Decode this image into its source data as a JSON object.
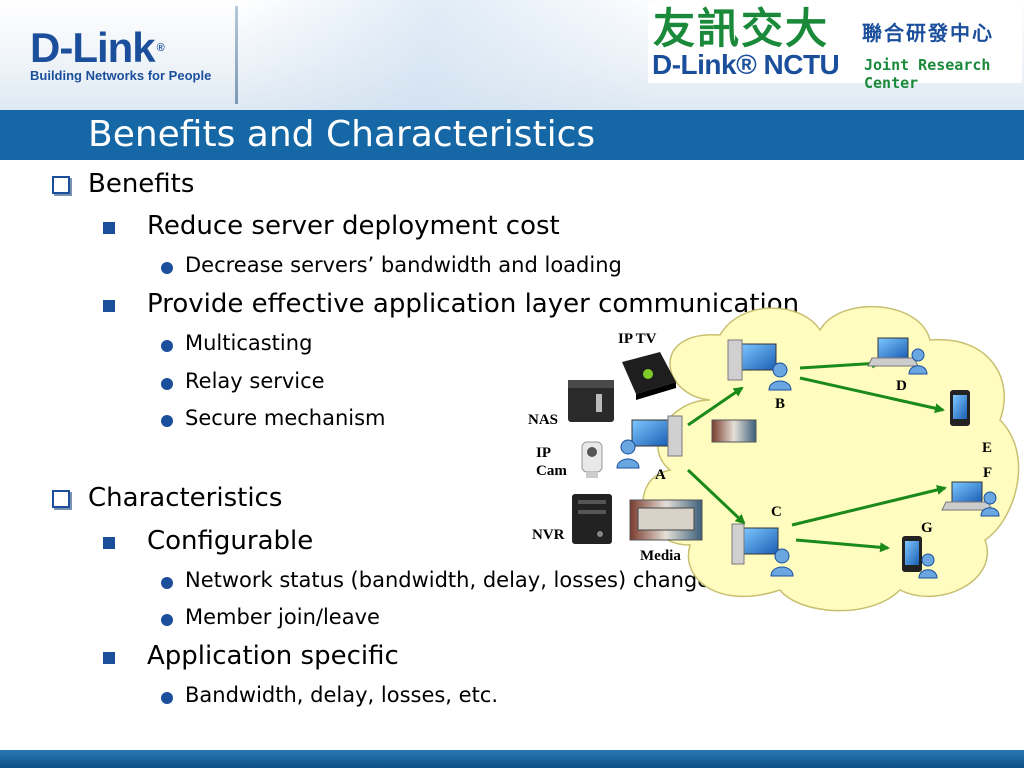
{
  "header": {
    "logo_left_brand": "D-Link",
    "logo_left_reg": "®",
    "logo_left_tagline": "Building Networks for People",
    "logo_right_cn_big": "友訊交大",
    "logo_right_cn_small": "聯合研發中心",
    "logo_right_en_big": "D-Link® NCTU",
    "logo_right_en_small": "Joint Research Center"
  },
  "slide": {
    "title": "Benefits and Characteristics",
    "outline": [
      {
        "level": 1,
        "text": "Benefits"
      },
      {
        "level": 2,
        "text": "Reduce server deployment cost"
      },
      {
        "level": 3,
        "text": "Decrease servers’ bandwidth and loading"
      },
      {
        "level": 2,
        "text": "Provide effective application layer communication"
      },
      {
        "level": 3,
        "text": "Multicasting"
      },
      {
        "level": 3,
        "text": "Relay service"
      },
      {
        "level": 3,
        "text": "Secure mechanism"
      },
      {
        "level": 1,
        "text": "Characteristics"
      },
      {
        "level": 2,
        "text": "Configurable"
      },
      {
        "level": 3,
        "text": "Network status (bandwidth, delay, losses) change"
      },
      {
        "level": 3,
        "text": "Member join/leave"
      },
      {
        "level": 2,
        "text": "Application specific"
      },
      {
        "level": 3,
        "text": "Bandwidth, delay, losses, etc."
      }
    ]
  },
  "diagram": {
    "labels": {
      "iptv": "IP TV",
      "nas": "NAS",
      "ipcam_1": "IP",
      "ipcam_2": "Cam",
      "nvr": "NVR",
      "media": "Media",
      "a": "A",
      "b": "B",
      "c": "C",
      "d": "D",
      "e": "E",
      "f": "F",
      "g": "G"
    }
  },
  "colors": {
    "title_bar": "#1567a5",
    "bullet": "#1b4f9c",
    "arrow": "#1a8a1a",
    "cloud": "#fffcc0",
    "dlink_blue": "#1b4f9c",
    "nctu_green": "#1a8a3a"
  }
}
